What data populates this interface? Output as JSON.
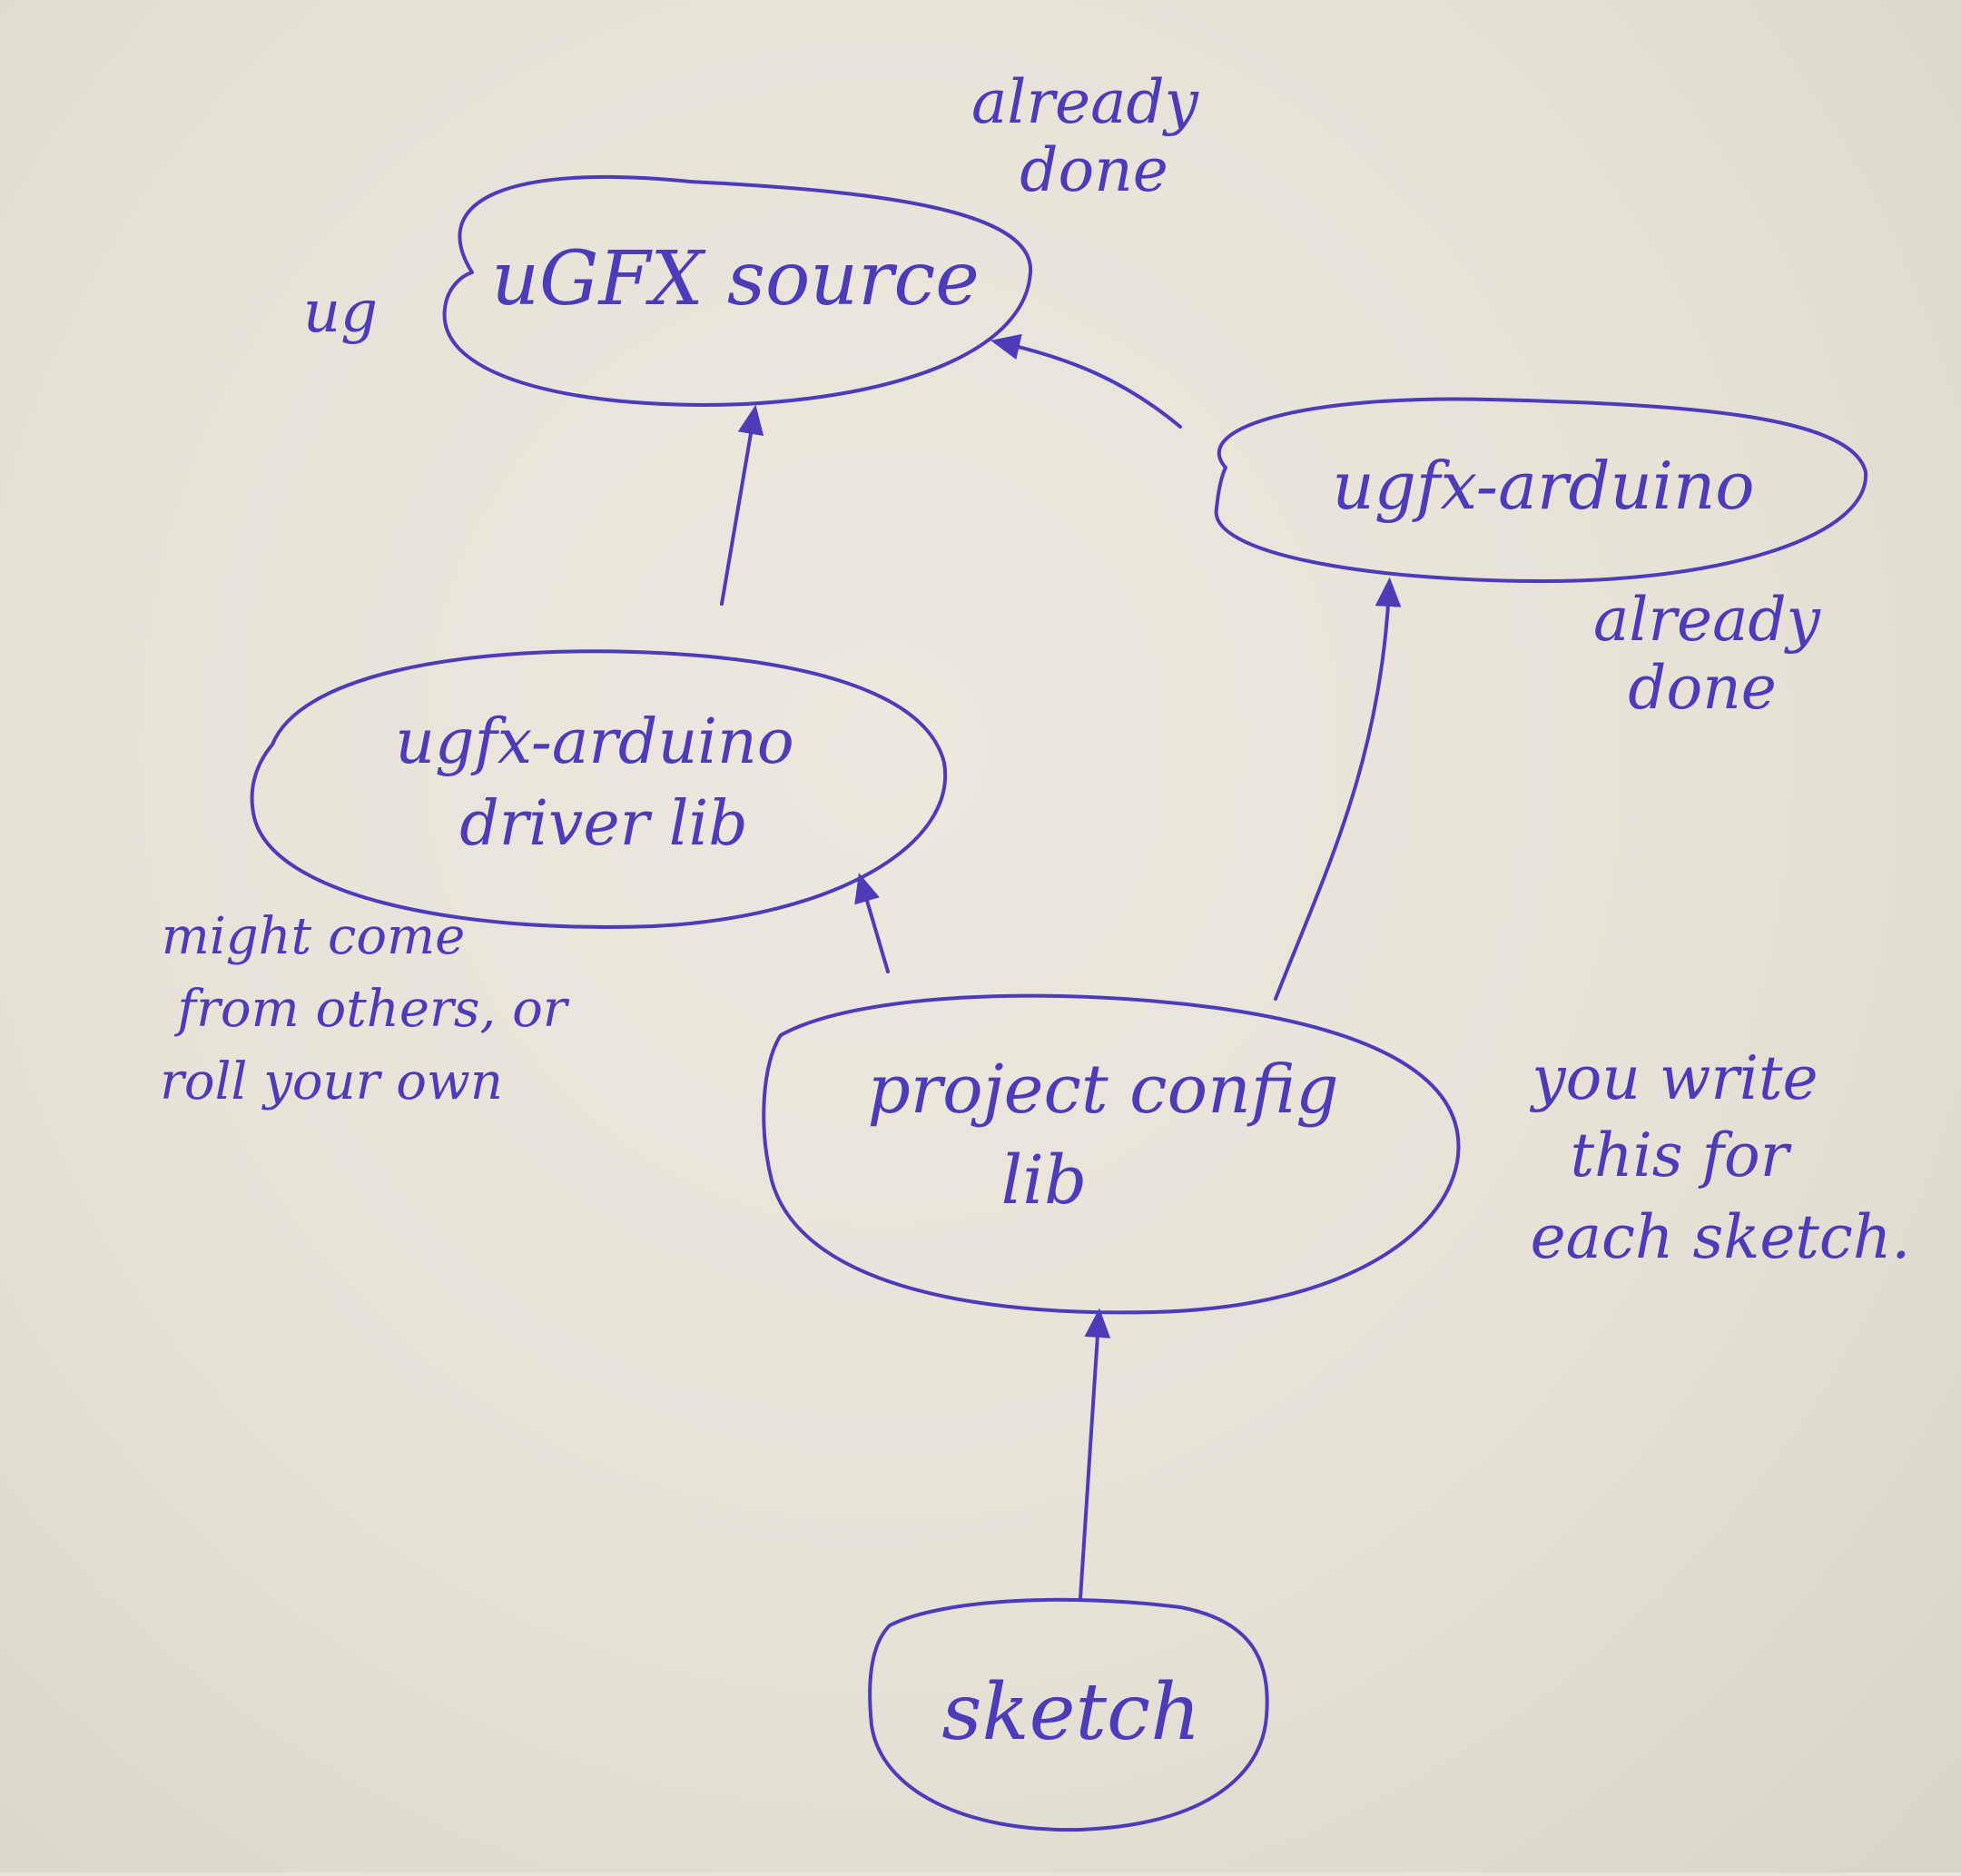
{
  "diagram": {
    "ink_color": "#4d3bb8",
    "paper_color": "#e7e3da",
    "nodes": {
      "ugfx_source": {
        "label": "uGFX source",
        "note_left": "ug"
      },
      "ugfx_arduino": {
        "label": "ugfx-arduino"
      },
      "driver_lib": {
        "label_line1": "ugfx-arduino",
        "label_line2": "driver lib"
      },
      "project_config": {
        "label_line1": "project config",
        "label_line2": "lib"
      },
      "sketch": {
        "label": "sketch"
      }
    },
    "annotations": {
      "ugfx_source_status": {
        "line1": "already",
        "line2": "done"
      },
      "ugfx_arduino_status": {
        "line1": "already",
        "line2": "done"
      },
      "driver_note": {
        "line1": "might come",
        "line2": "from others, or",
        "line3": "roll your own"
      },
      "config_note": {
        "line1": "you write",
        "line2": "this for",
        "line3": "each sketch."
      }
    }
  }
}
